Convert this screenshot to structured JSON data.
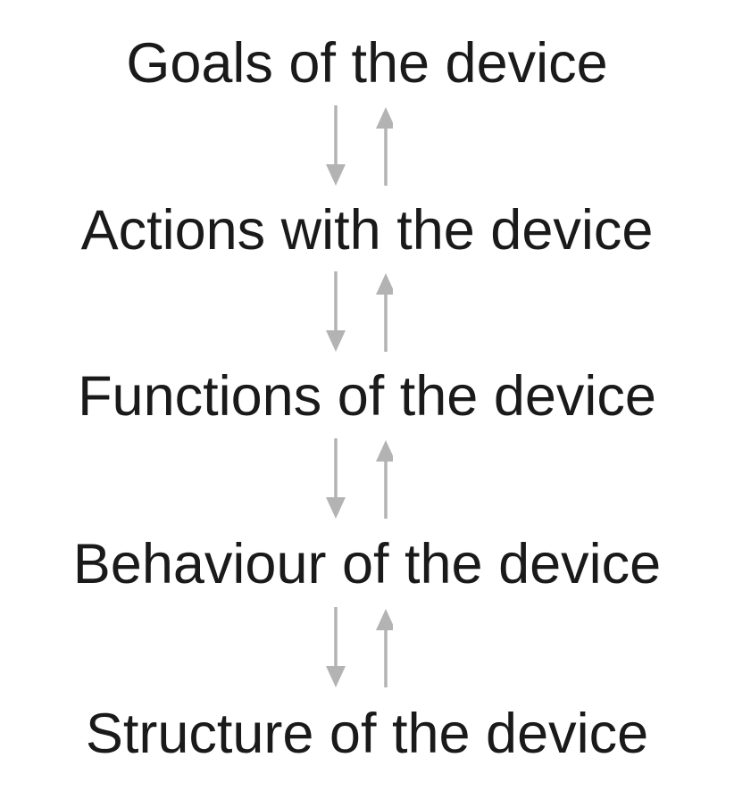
{
  "diagram": {
    "levels": [
      {
        "label": "Goals of the device"
      },
      {
        "label": "Actions with the device"
      },
      {
        "label": "Functions of the device"
      },
      {
        "label": "Behaviour of the device"
      },
      {
        "label": "Structure of the device"
      }
    ],
    "arrow_color": "#b3b3b3",
    "text_color": "#1a1a1a",
    "connectors": [
      {
        "between": [
          0,
          1
        ],
        "icons": [
          "arrow-down-icon",
          "arrow-up-icon"
        ]
      },
      {
        "between": [
          1,
          2
        ],
        "icons": [
          "arrow-down-icon",
          "arrow-up-icon"
        ]
      },
      {
        "between": [
          2,
          3
        ],
        "icons": [
          "arrow-down-icon",
          "arrow-up-icon"
        ]
      },
      {
        "between": [
          3,
          4
        ],
        "icons": [
          "arrow-down-icon",
          "arrow-up-icon"
        ]
      }
    ]
  }
}
